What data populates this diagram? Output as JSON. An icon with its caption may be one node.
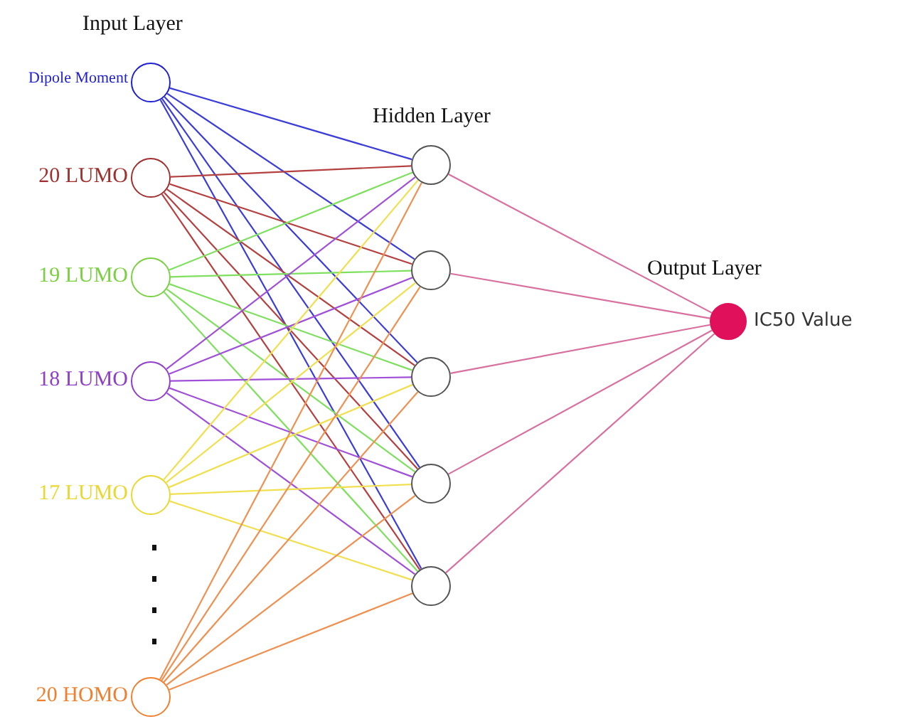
{
  "diagram": {
    "nodes": [
      {
        "text": [],
        "shape": "circle",
        "beside": [
          "Dipole Moment"
        ]
      },
      {
        "text": [],
        "shape": "circle",
        "beside": [
          "20 LUMO"
        ]
      },
      {
        "text": [],
        "shape": "circle",
        "beside": [
          "19 LUMO"
        ]
      },
      {
        "text": [],
        "shape": "circle",
        "beside": [
          "18 LUMO"
        ]
      },
      {
        "text": [],
        "shape": "circle",
        "beside": [
          "17 LUMO"
        ]
      },
      {
        "text": [],
        "shape": "circle",
        "beside": [
          "20 HOMO"
        ]
      },
      {
        "text": [],
        "shape": "circle"
      },
      {
        "text": [],
        "shape": "circle"
      },
      {
        "text": [],
        "shape": "circle"
      },
      {
        "text": [],
        "shape": "circle"
      },
      {
        "text": [],
        "shape": "circle"
      },
      {
        "text": [],
        "shape": "circle",
        "beside": [
          "IC50 Value"
        ]
      }
    ],
    "edges": [
      {
        "from": 0,
        "to": 6,
        "arrow": "none",
        "color": "#3c3cd8"
      },
      {
        "from": 0,
        "to": 7,
        "arrow": "none",
        "color": "#3c3cd8"
      },
      {
        "from": 0,
        "to": 8,
        "arrow": "none",
        "color": "#3c3cd8"
      },
      {
        "from": 0,
        "to": 9,
        "arrow": "none",
        "color": "#3c3cd8"
      },
      {
        "from": 0,
        "to": 10,
        "arrow": "none",
        "color": "#3c3cd8"
      },
      {
        "from": 1,
        "to": 6,
        "arrow": "none",
        "color": "#b54040"
      },
      {
        "from": 1,
        "to": 7,
        "arrow": "none",
        "color": "#b54040"
      },
      {
        "from": 1,
        "to": 8,
        "arrow": "none",
        "color": "#b54040"
      },
      {
        "from": 1,
        "to": 9,
        "arrow": "none",
        "color": "#b54040"
      },
      {
        "from": 1,
        "to": 10,
        "arrow": "none",
        "color": "#b54040"
      },
      {
        "from": 2,
        "to": 6,
        "arrow": "none",
        "color": "#7fe060"
      },
      {
        "from": 2,
        "to": 7,
        "arrow": "none",
        "color": "#7fe060"
      },
      {
        "from": 2,
        "to": 8,
        "arrow": "none",
        "color": "#7fe060"
      },
      {
        "from": 2,
        "to": 9,
        "arrow": "none",
        "color": "#7fe060"
      },
      {
        "from": 2,
        "to": 10,
        "arrow": "none",
        "color": "#7fe060"
      },
      {
        "from": 3,
        "to": 6,
        "arrow": "none",
        "color": "#a050d8"
      },
      {
        "from": 3,
        "to": 7,
        "arrow": "none",
        "color": "#a050d8"
      },
      {
        "from": 3,
        "to": 8,
        "arrow": "none",
        "color": "#a050d8"
      },
      {
        "from": 3,
        "to": 9,
        "arrow": "none",
        "color": "#a050d8"
      },
      {
        "from": 3,
        "to": 10,
        "arrow": "none",
        "color": "#a050d8"
      },
      {
        "from": 4,
        "to": 6,
        "arrow": "none",
        "color": "#f0e050"
      },
      {
        "from": 4,
        "to": 7,
        "arrow": "none",
        "color": "#f0e050"
      },
      {
        "from": 4,
        "to": 8,
        "arrow": "none",
        "color": "#f0e050"
      },
      {
        "from": 4,
        "to": 9,
        "arrow": "none",
        "color": "#f0e050"
      },
      {
        "from": 4,
        "to": 10,
        "arrow": "none",
        "color": "#f0e050"
      },
      {
        "from": 5,
        "to": 6,
        "arrow": "none",
        "color": "#f09050"
      },
      {
        "from": 5,
        "to": 7,
        "arrow": "none",
        "color": "#f09050"
      },
      {
        "from": 5,
        "to": 8,
        "arrow": "none",
        "color": "#f09050"
      },
      {
        "from": 5,
        "to": 9,
        "arrow": "none",
        "color": "#f09050"
      },
      {
        "from": 5,
        "to": 10,
        "arrow": "none",
        "color": "#f09050"
      },
      {
        "from": 6,
        "to": 11,
        "arrow": "none",
        "color": "#d870a0"
      },
      {
        "from": 7,
        "to": 11,
        "arrow": "none",
        "color": "#d870a0"
      },
      {
        "from": 8,
        "to": 11,
        "arrow": "none",
        "color": "#d870a0"
      },
      {
        "from": 9,
        "to": 11,
        "arrow": "none",
        "color": "#d870a0"
      },
      {
        "from": 10,
        "to": 11,
        "arrow": "none",
        "color": "#d870a0"
      }
    ],
    "labels": [
      "Input Layer",
      "Hidden Layer",
      "Output Layer"
    ]
  }
}
